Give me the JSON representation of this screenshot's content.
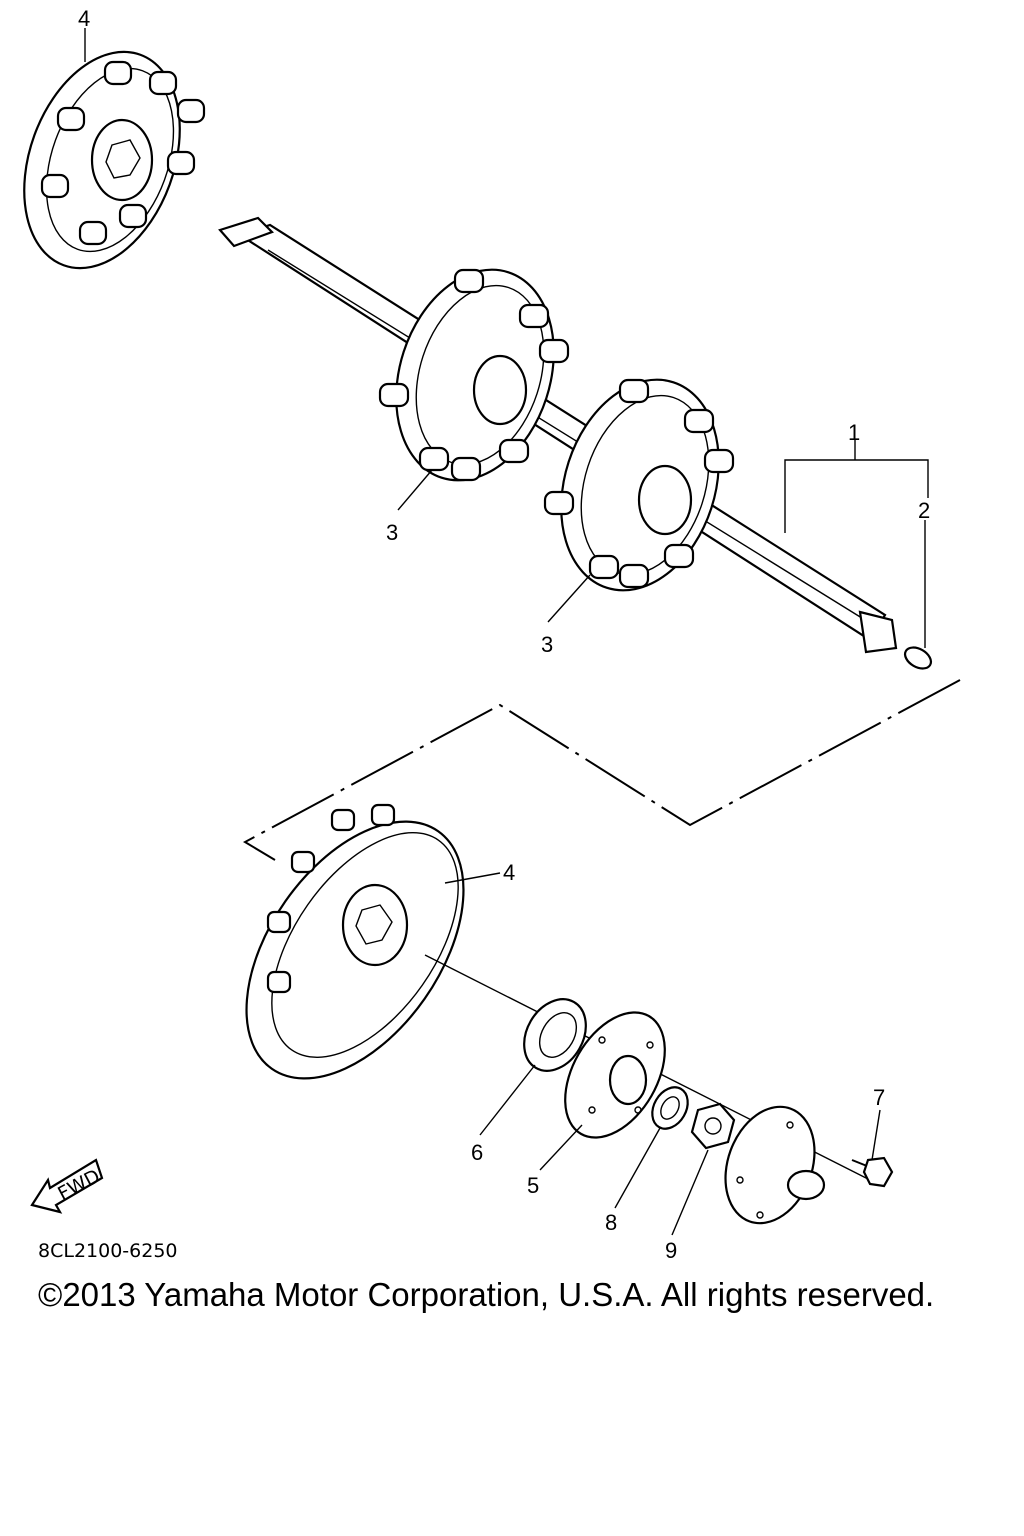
{
  "diagram": {
    "callouts": {
      "shaft_assembly": "1",
      "shaft_end": "2",
      "sprocket_a": "3",
      "sprocket_b": "3",
      "wheel_top": "4",
      "wheel_bottom": "4",
      "bearing_housing": "5",
      "bearing": "6",
      "bolt": "7",
      "washer": "8",
      "nut": "9"
    },
    "fwd_label": "FWD",
    "drawing_code": "8CL2100-6250",
    "copyright": "©2013 Yamaha Motor Corporation, U.S.A. All rights reserved."
  }
}
